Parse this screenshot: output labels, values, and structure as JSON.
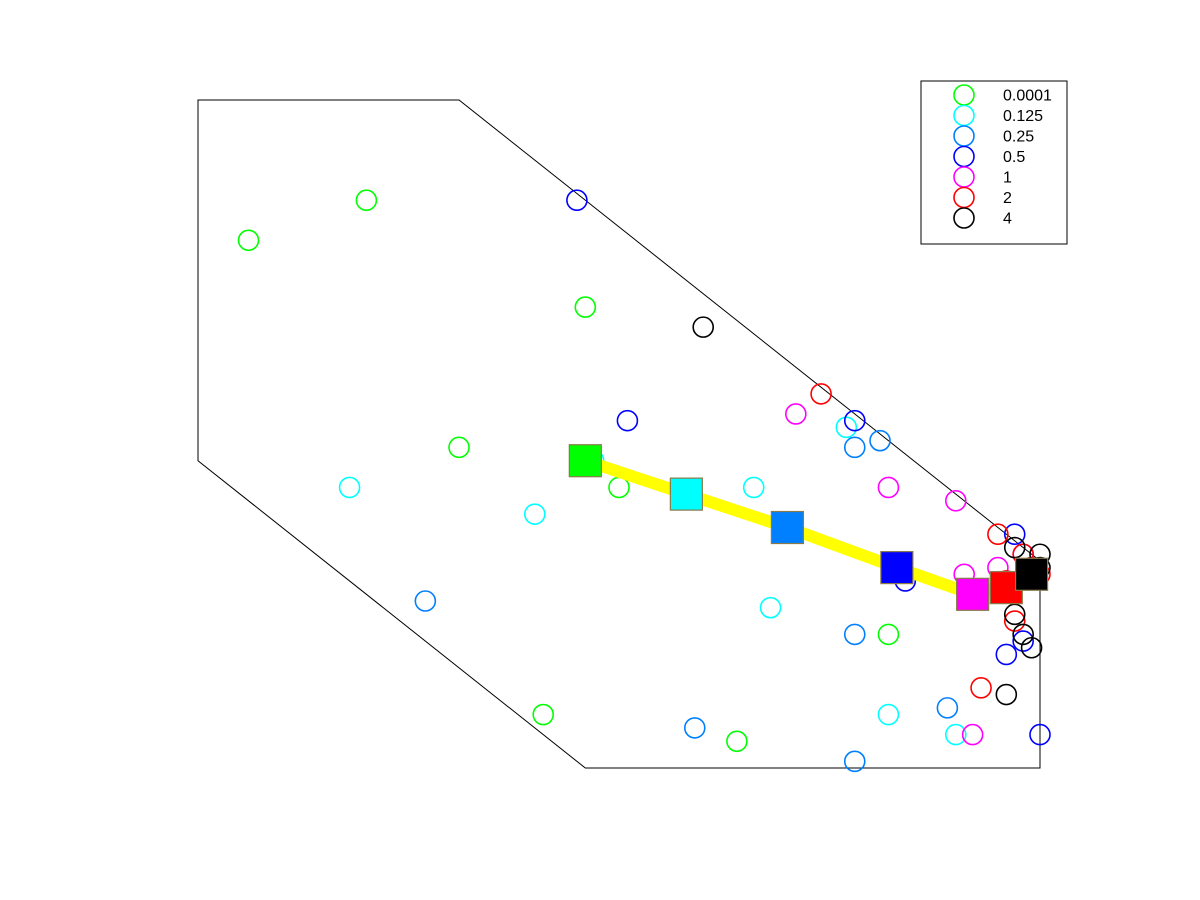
{
  "chart_data": {
    "type": "scatter",
    "title": "",
    "xlabel": "",
    "ylabel": "",
    "axes_visible": false,
    "grid": false,
    "legend_position": "top-right",
    "xlim": [
      0,
      1
    ],
    "ylim": [
      0,
      1
    ],
    "region_boundary": [
      [
        0.0,
        1.0
      ],
      [
        0.31,
        1.0
      ],
      [
        1.0,
        0.31
      ],
      [
        1.0,
        0.0
      ],
      [
        0.46,
        0.0
      ],
      [
        0.0,
        0.46
      ]
    ],
    "series": [
      {
        "name": "0.0001",
        "color": "#00ff00",
        "points": [
          [
            0.06,
            0.79
          ],
          [
            0.2,
            0.85
          ],
          [
            0.46,
            0.69
          ],
          [
            0.31,
            0.48
          ],
          [
            0.5,
            0.42
          ],
          [
            0.41,
            0.08
          ],
          [
            0.64,
            0.04
          ],
          [
            0.82,
            0.2
          ]
        ],
        "mean": [
          0.46,
          0.46
        ]
      },
      {
        "name": "0.125",
        "color": "#00ffff",
        "points": [
          [
            0.18,
            0.42
          ],
          [
            0.4,
            0.38
          ],
          [
            0.47,
            0.46
          ],
          [
            0.66,
            0.42
          ],
          [
            0.68,
            0.24
          ],
          [
            0.77,
            0.51
          ],
          [
            0.82,
            0.08
          ],
          [
            0.9,
            0.05
          ]
        ],
        "mean": [
          0.58,
          0.41
        ]
      },
      {
        "name": "0.25",
        "color": "#0080ff",
        "points": [
          [
            0.27,
            0.25
          ],
          [
            0.59,
            0.06
          ],
          [
            0.78,
            0.2
          ],
          [
            0.78,
            0.48
          ],
          [
            0.81,
            0.49
          ],
          [
            0.89,
            0.09
          ],
          [
            0.78,
            0.01
          ],
          [
            0.99,
            0.3
          ]
        ],
        "mean": [
          0.7,
          0.36
        ]
      },
      {
        "name": "0.5",
        "color": "#0000ff",
        "points": [
          [
            0.45,
            0.85
          ],
          [
            0.51,
            0.52
          ],
          [
            0.78,
            0.52
          ],
          [
            0.84,
            0.28
          ],
          [
            0.96,
            0.17
          ],
          [
            0.97,
            0.35
          ],
          [
            0.98,
            0.19
          ],
          [
            1.0,
            0.05
          ]
        ],
        "mean": [
          0.83,
          0.3
        ]
      },
      {
        "name": "1",
        "color": "#ff00ff",
        "points": [
          [
            0.71,
            0.53
          ],
          [
            0.82,
            0.42
          ],
          [
            0.9,
            0.4
          ],
          [
            0.91,
            0.29
          ],
          [
            0.92,
            0.26
          ],
          [
            0.98,
            0.32
          ],
          [
            0.95,
            0.3
          ],
          [
            0.92,
            0.05
          ]
        ],
        "mean": [
          0.92,
          0.26
        ]
      },
      {
        "name": "2",
        "color": "#ff0000",
        "points": [
          [
            0.74,
            0.56
          ],
          [
            0.93,
            0.12
          ],
          [
            0.95,
            0.35
          ],
          [
            0.96,
            0.28
          ],
          [
            0.97,
            0.22
          ],
          [
            0.98,
            0.32
          ],
          [
            0.99,
            0.3
          ],
          [
            1.0,
            0.29
          ]
        ],
        "mean": [
          0.96,
          0.27
        ]
      },
      {
        "name": "4",
        "color": "#000000",
        "points": [
          [
            0.6,
            0.66
          ],
          [
            0.96,
            0.11
          ],
          [
            0.97,
            0.23
          ],
          [
            0.98,
            0.2
          ],
          [
            0.99,
            0.18
          ],
          [
            1.0,
            0.3
          ],
          [
            1.0,
            0.32
          ],
          [
            0.97,
            0.33
          ]
        ],
        "mean": [
          0.99,
          0.29
        ]
      }
    ],
    "mean_path": {
      "color": "#ffff00",
      "points": [
        [
          0.46,
          0.46
        ],
        [
          0.58,
          0.41
        ],
        [
          0.7,
          0.36
        ],
        [
          0.83,
          0.3
        ],
        [
          0.92,
          0.26
        ],
        [
          0.96,
          0.27
        ],
        [
          0.99,
          0.29
        ]
      ]
    }
  }
}
